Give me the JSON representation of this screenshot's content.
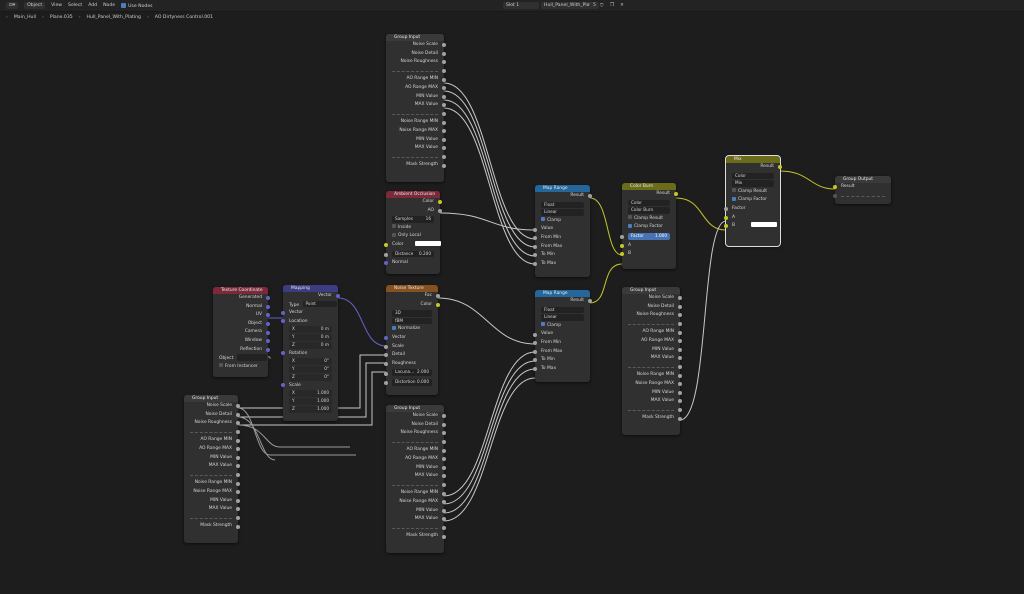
{
  "topbar": {
    "mode": "Object",
    "menus": [
      "View",
      "Select",
      "Add",
      "Node"
    ],
    "use_nodes": "Use Nodes",
    "slot": "Slot 1",
    "material": "Hull_Panel_With_Plating",
    "users": "5"
  },
  "breadcrumb": [
    "Main_Hull",
    "Plane.035",
    "Hull_Panel_With_Plating",
    "AO Dirtyness Control.001"
  ],
  "nodes": {
    "gi_top": {
      "title": "Group Input",
      "items": [
        "Noise Scale",
        "Noise Detail",
        "Noise Roughness",
        "AO Range MIN",
        "AO Range MAX",
        "MIN Value",
        "MAX Value",
        "Noise Range MIN",
        "Noise Range MAX",
        "MIN Value",
        "MAX Value",
        "Mask Strength"
      ]
    },
    "ao": {
      "title": "Ambient Occlusion",
      "out_color": "Color",
      "out_ao": "AO",
      "samples_label": "Samples",
      "samples": "16",
      "inside": "Inside",
      "only_local": "Only Local",
      "in_color": "Color",
      "distance_label": "Distance",
      "distance": "0.200",
      "normal": "Normal"
    },
    "tc": {
      "title": "Texture Coordinate",
      "outs": [
        "Generated",
        "Normal",
        "UV",
        "Object",
        "Camera",
        "Window",
        "Reflection"
      ],
      "object_label": "Object",
      "from_instancer": "From Instancer"
    },
    "mapping": {
      "title": "Mapping",
      "out": "Vector",
      "type_label": "Type",
      "type": "Point",
      "vector": "Vector",
      "location": "Location",
      "loc": [
        "0 m",
        "0 m",
        "0 m"
      ],
      "rotation": "Rotation",
      "rot": [
        "0°",
        "0°",
        "0°"
      ],
      "scale": "Scale",
      "scl": [
        "1.000",
        "1.000",
        "1.000"
      ],
      "axes": [
        "X",
        "Y",
        "Z"
      ]
    },
    "noise": {
      "title": "Noise Texture",
      "out_fac": "Fac",
      "out_color": "Color",
      "dim": "3D",
      "type": "fBM",
      "normalize": "Normalize",
      "inputs": [
        "Vector",
        "Scale",
        "Detail",
        "Roughness"
      ],
      "lac_label": "Lacuna…",
      "lac": "2.000",
      "dist_label": "Distortion",
      "dist": "0.000"
    },
    "gi_left": {
      "title": "Group Input",
      "items": [
        "Noise Scale",
        "Noise Detail",
        "Noise Roughness",
        "AO Range MIN",
        "AO Range MAX",
        "MIN Value",
        "MAX Value",
        "Noise Range MIN",
        "Noise Range MAX",
        "MIN Value",
        "MAX Value",
        "Mask Strength"
      ]
    },
    "gi_bottom": {
      "title": "Group Input",
      "items": [
        "Noise Scale",
        "Noise Detail",
        "Noise Roughness",
        "AO Range MIN",
        "AO Range MAX",
        "MIN Value",
        "MAX Value",
        "Noise Range MIN",
        "Noise Range MAX",
        "MIN Value",
        "MAX Value",
        "Mask Strength"
      ]
    },
    "mr1": {
      "title": "Map Range",
      "out": "Result",
      "dtype": "Float",
      "interp": "Linear",
      "clamp": "Clamp",
      "inputs": [
        "Value",
        "From Min",
        "From Max",
        "To Min",
        "To Max"
      ]
    },
    "mr2": {
      "title": "Map Range",
      "out": "Result",
      "dtype": "Float",
      "interp": "Linear",
      "clamp": "Clamp",
      "inputs": [
        "Value",
        "From Min",
        "From Max",
        "To Min",
        "To Max"
      ]
    },
    "cb": {
      "title": "Color Burn",
      "out": "Result",
      "dtype": "Color",
      "blend": "Color Burn",
      "clamp_result": "Clamp Result",
      "clamp_factor": "Clamp Factor",
      "factor_label": "Factor",
      "factor": "1.000",
      "a": "A",
      "b": "B"
    },
    "gi_right": {
      "title": "Group Input",
      "items": [
        "Noise Scale",
        "Noise Detail",
        "Noise Roughness",
        "AO Range MIN",
        "AO Range MAX",
        "MIN Value",
        "MAX Value",
        "Noise Range MIN",
        "Noise Range MAX",
        "MIN Value",
        "MAX Value",
        "Mask Strength"
      ]
    },
    "mix": {
      "title": "Mix",
      "out": "Result",
      "dtype": "Color",
      "blend": "Mix",
      "clamp_result": "Clamp Result",
      "clamp_factor": "Clamp Factor",
      "factor": "Factor",
      "a": "A",
      "b": "B"
    },
    "go": {
      "title": "Group Output",
      "in": "Result"
    }
  }
}
